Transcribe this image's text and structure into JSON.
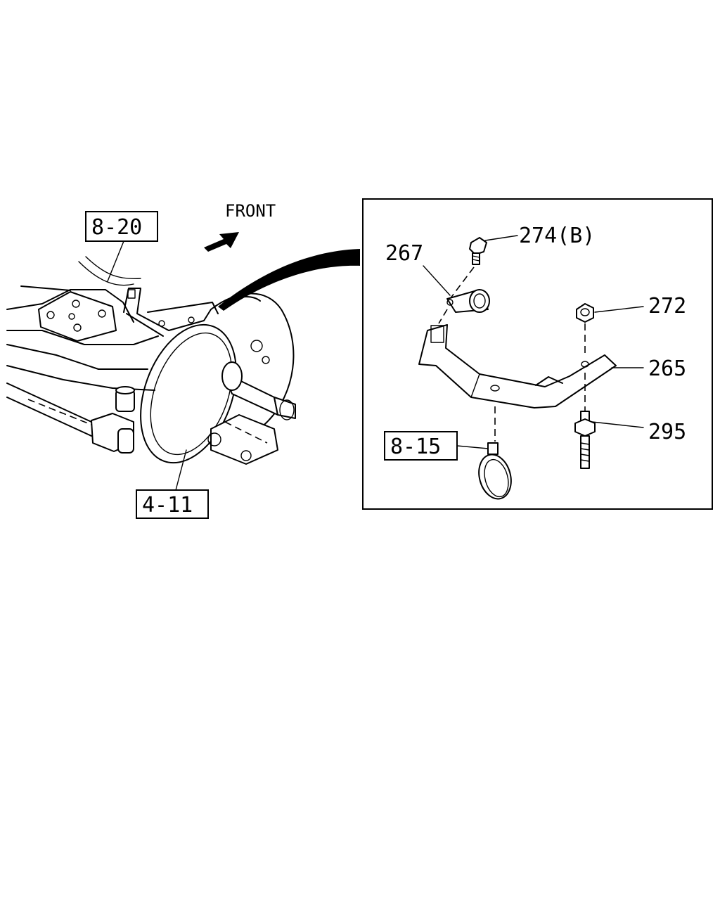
{
  "direction_label": "FRONT",
  "refs": {
    "ref_8_20": "8-20",
    "ref_4_11": "4-11",
    "ref_8_15": "8-15"
  },
  "parts": {
    "p267": "267",
    "p274": "274(B)",
    "p272": "272",
    "p265": "265",
    "p295": "295"
  }
}
